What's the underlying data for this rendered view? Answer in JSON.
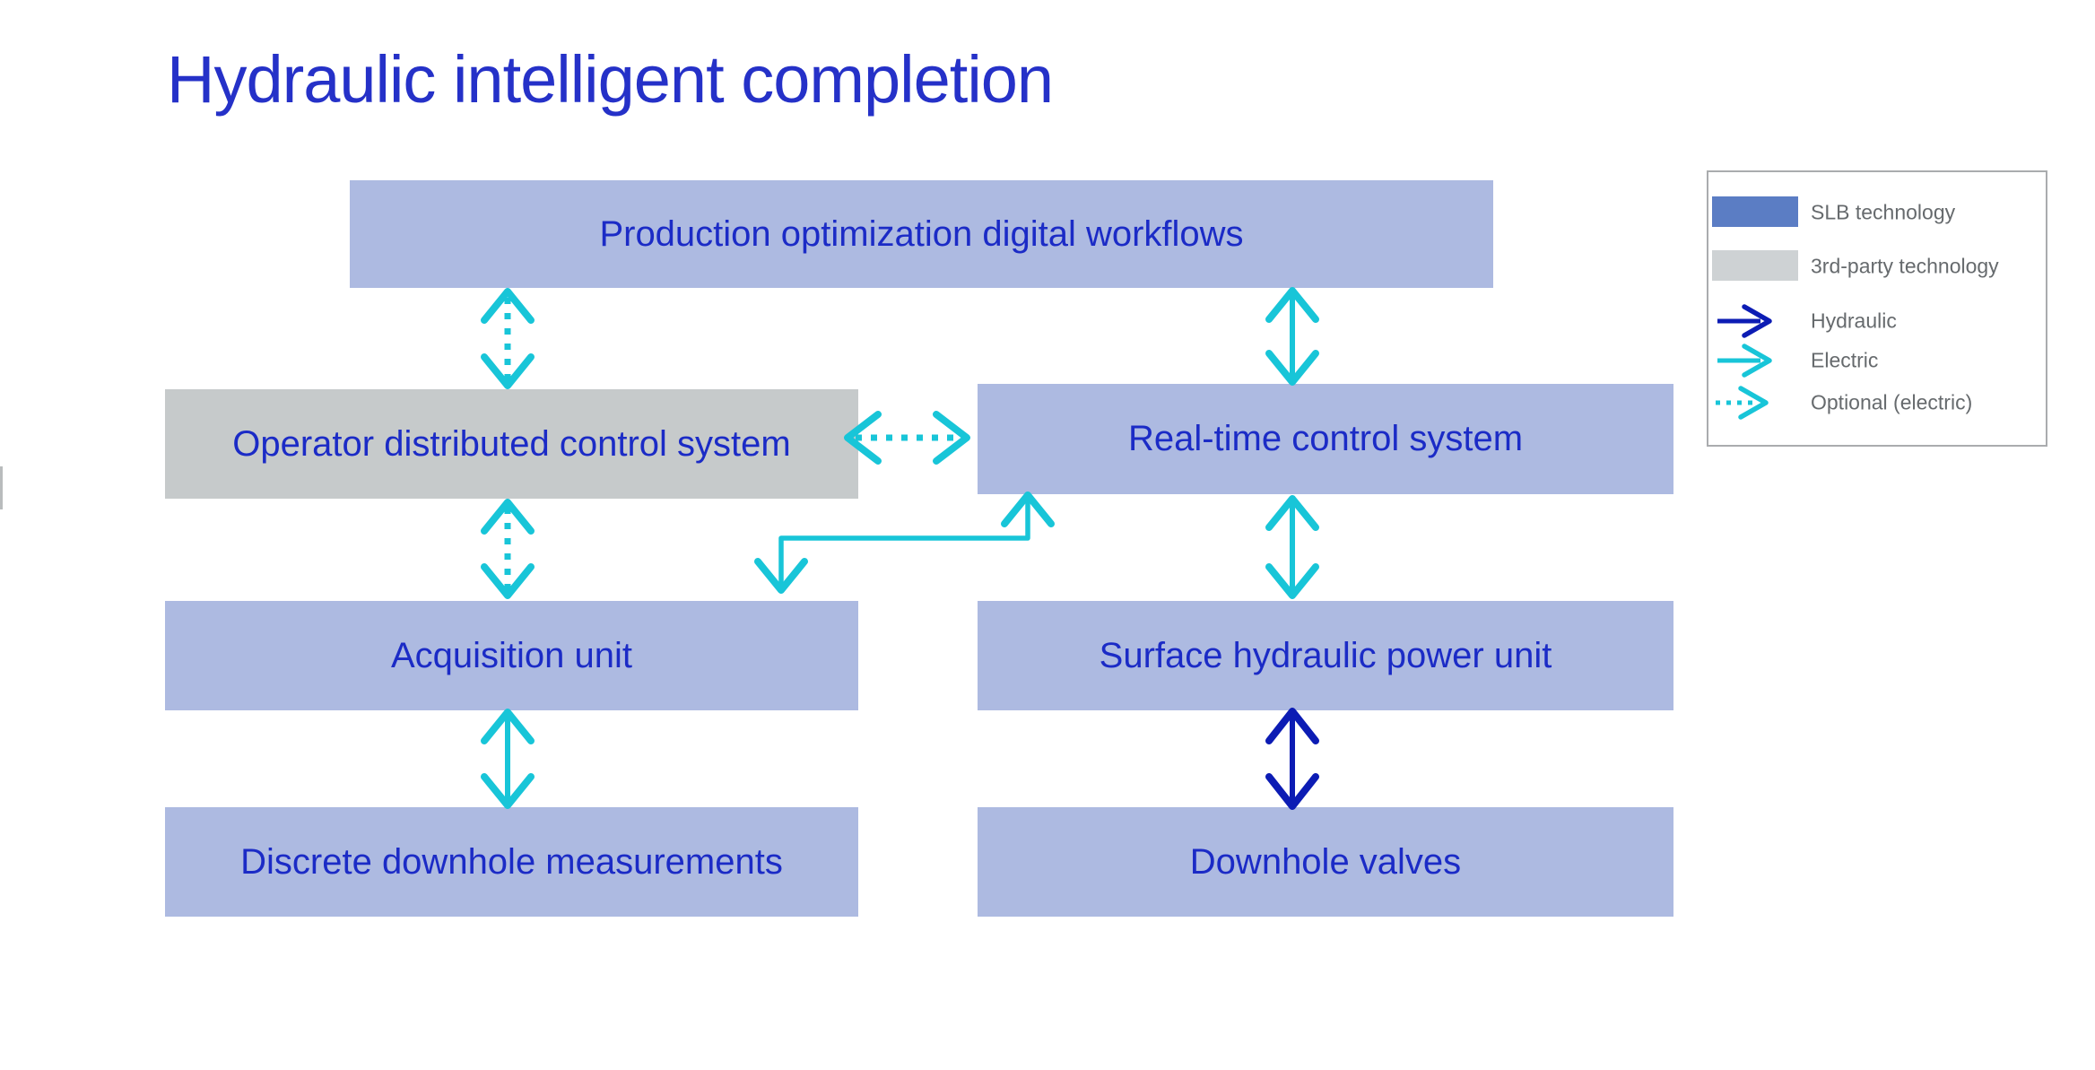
{
  "title": "Hydraulic intelligent completion",
  "colors": {
    "titleBlue": "#2531c8",
    "textBlue": "#1b2bc6",
    "boxBlue": "#adbae1",
    "boxGray": "#c6cacb",
    "cyan": "#18c5d8",
    "navy": "#0c1cb4",
    "legendBlue": "#5b7dc4",
    "legendGray": "#ced2d4",
    "legendText": "#666a6d",
    "legendBorder": "#aaacae"
  },
  "boxes": {
    "production": {
      "label": "Production optimization digital workflows",
      "technology": "SLB technology"
    },
    "operator_dcs": {
      "label": "Operator distributed control system",
      "technology": "3rd-party technology"
    },
    "realtime": {
      "label": "Real-time control system",
      "technology": "SLB technology"
    },
    "acquisition": {
      "label": "Acquisition unit",
      "technology": "SLB technology"
    },
    "hpu": {
      "label": "Surface hydraulic power unit",
      "technology": "SLB technology"
    },
    "measurements": {
      "label": "Discrete downhole measurements",
      "technology": "SLB technology"
    },
    "valves": {
      "label": "Downhole valves",
      "technology": "SLB technology"
    }
  },
  "legend": {
    "items": [
      {
        "label": "SLB technology",
        "symbol": "blue-swatch"
      },
      {
        "label": "3rd-party technology",
        "symbol": "gray-swatch"
      },
      {
        "label": "Hydraulic",
        "symbol": "solid-navy-arrow"
      },
      {
        "label": "Electric",
        "symbol": "solid-cyan-arrow"
      },
      {
        "label": "Optional (electric)",
        "symbol": "dashed-cyan-arrow"
      }
    ]
  },
  "connections": [
    {
      "from": "Production optimization digital workflows",
      "to": "Operator distributed control system",
      "type": "Optional (electric)",
      "bidirectional": true
    },
    {
      "from": "Production optimization digital workflows",
      "to": "Real-time control system",
      "type": "Electric",
      "bidirectional": true
    },
    {
      "from": "Operator distributed control system",
      "to": "Real-time control system",
      "type": "Optional (electric)",
      "bidirectional": true
    },
    {
      "from": "Operator distributed control system",
      "to": "Acquisition unit",
      "type": "Optional (electric)",
      "bidirectional": true
    },
    {
      "from": "Real-time control system",
      "to": "Acquisition unit",
      "type": "Electric",
      "bidirectional": true
    },
    {
      "from": "Real-time control system",
      "to": "Surface hydraulic power unit",
      "type": "Electric",
      "bidirectional": true
    },
    {
      "from": "Acquisition unit",
      "to": "Discrete downhole measurements",
      "type": "Electric",
      "bidirectional": true
    },
    {
      "from": "Surface hydraulic power unit",
      "to": "Downhole valves",
      "type": "Hydraulic",
      "bidirectional": true
    }
  ]
}
